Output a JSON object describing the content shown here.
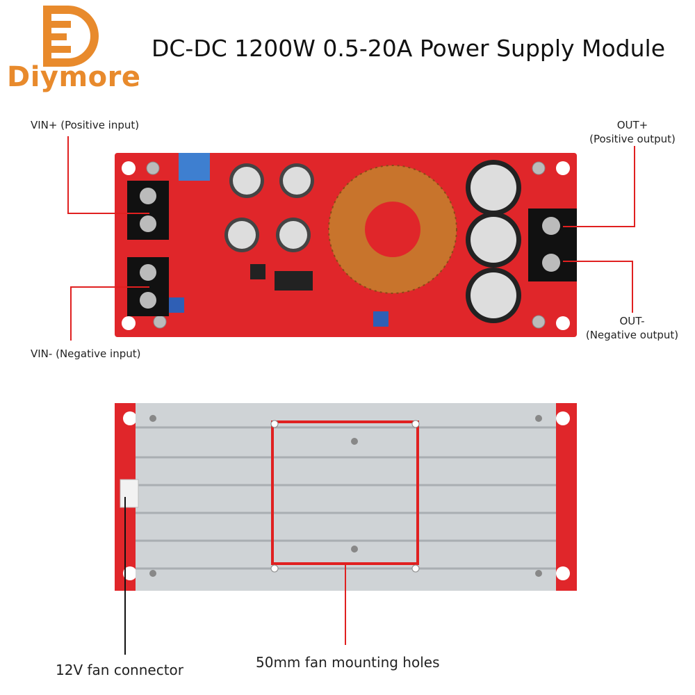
{
  "brand": {
    "name": "Diymore",
    "logo_color": "#e88a2c"
  },
  "title": "DC-DC 1200W 0.5-20A Power Supply Module",
  "labels": {
    "vin_pos": "VIN+ (Positive input)",
    "vin_neg": "VIN- (Negative input)",
    "out_pos_1": "OUT+",
    "out_pos_2": "(Positive output)",
    "out_neg_1": "OUT-",
    "out_neg_2": "(Negative output)",
    "fan_connector": "12V fan connector",
    "fan_holes": "50mm fan mounting holes"
  },
  "colors": {
    "pcb": "#e0262a",
    "callout": "#e02020",
    "heatsink": "#cfd3d6",
    "copper": "#c8742c"
  }
}
